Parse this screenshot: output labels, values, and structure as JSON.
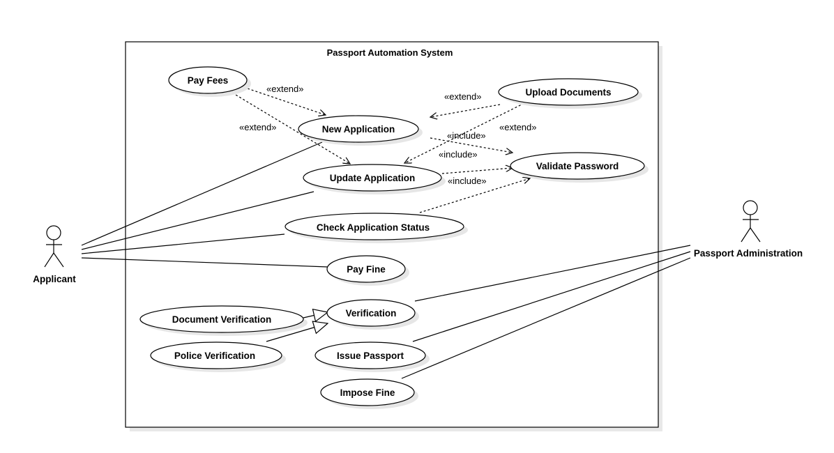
{
  "system": {
    "title": "Passport Automation System"
  },
  "actors": {
    "applicant": "Applicant",
    "administration": "Passport Administration"
  },
  "use_cases": {
    "pay_fees": "Pay Fees",
    "new_application": "New Application",
    "upload_documents": "Upload Documents",
    "update_application": "Update Application",
    "validate_password": "Validate Password",
    "check_status": "Check Application Status",
    "pay_fine": "Pay Fine",
    "document_verification": "Document Verification",
    "verification": "Verification",
    "police_verification": "Police Verification",
    "issue_passport": "Issue Passport",
    "impose_fine": "Impose Fine"
  },
  "stereotypes": {
    "extend": "«extend»",
    "include": "«include»"
  }
}
